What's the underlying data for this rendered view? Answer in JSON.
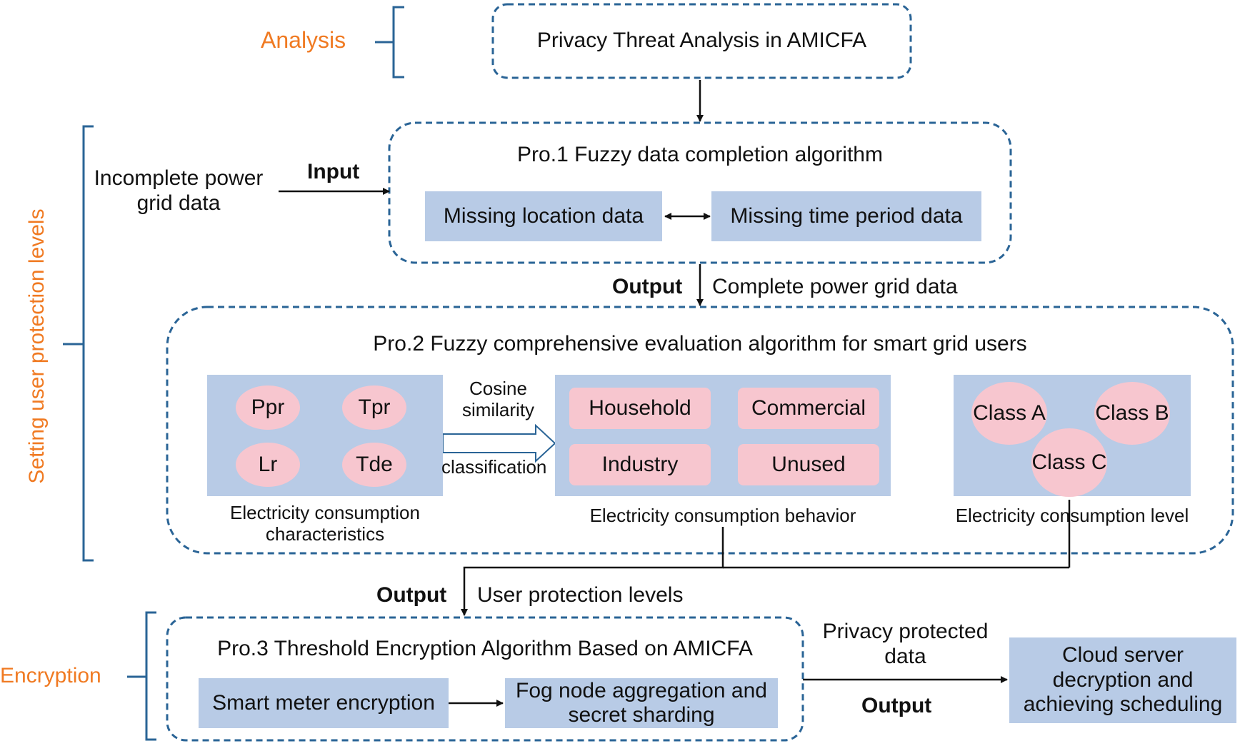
{
  "colors": {
    "dash": "#2a6496",
    "orange": "#f07a22",
    "blue_fill": "#b8cbe6",
    "pink_fill": "#f7c6cf"
  },
  "side_labels": {
    "analysis": "Analysis",
    "setting": "Setting user protection levels",
    "encryption": "Encryption"
  },
  "analysis": {
    "title": "Privacy Threat Analysis in AMICFA"
  },
  "input": {
    "label": "Input",
    "source": "Incomplete power grid data"
  },
  "pro1": {
    "title": "Pro.1 Fuzzy data completion algorithm",
    "box_a": "Missing location data",
    "box_b": "Missing time period data"
  },
  "output1": {
    "label": "Output",
    "text": "Complete power grid data"
  },
  "pro2": {
    "title": "Pro.2 Fuzzy comprehensive evaluation algorithm for smart grid users",
    "characteristics": {
      "items": [
        "Ppr",
        "Tpr",
        "Lr",
        "Tde"
      ],
      "caption": "Electricity consumption characteristics"
    },
    "method_top": "Cosine similarity",
    "method_bottom": "classification",
    "behavior": {
      "items": [
        "Household",
        "Commercial",
        "Industry",
        "Unused"
      ],
      "caption": "Electricity consumption behavior"
    },
    "level": {
      "items": [
        "Class A",
        "Class B",
        "Class C"
      ],
      "caption": "Electricity consumption level"
    }
  },
  "output2": {
    "label": "Output",
    "text": "User protection levels"
  },
  "pro3": {
    "title": "Pro.3 Threshold Encryption Algorithm Based on AMICFA",
    "box_a": "Smart meter encryption",
    "box_b": "Fog node aggregation and secret sharding"
  },
  "output3": {
    "label": "Output",
    "text": "Privacy protected data"
  },
  "cloud": {
    "text": "Cloud server decryption and achieving scheduling"
  }
}
